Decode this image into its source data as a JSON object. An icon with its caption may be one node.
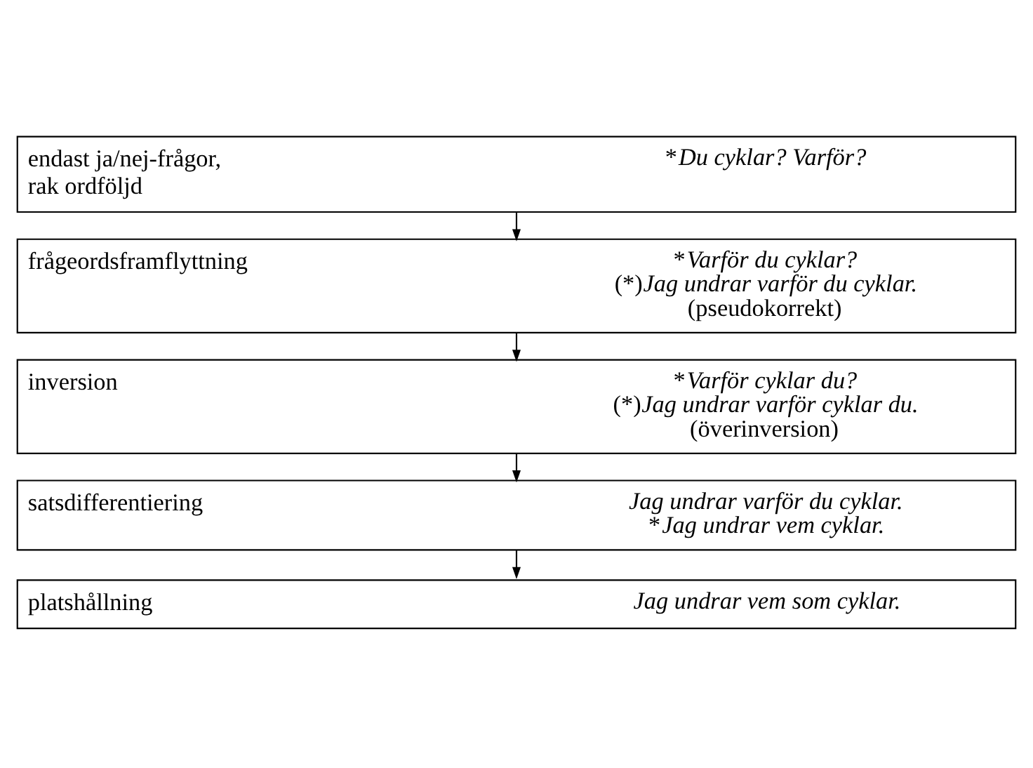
{
  "diagram": {
    "nodes": [
      {
        "text": [
          "endast ja/nej-frågor, rak ordföljd",
          "*Du cyklar? Varför?"
        ]
      },
      {
        "text": [
          "frågeordsframflyttning",
          "*Varför du cyklar?",
          "(*)Jag undrar varför du cyklar.",
          "(pseudokorrekt)"
        ]
      },
      {
        "text": [
          "inversion",
          "*Varför cyklar du?",
          "(*)Jag undrar varför cyklar du.",
          "(överinversion)"
        ]
      },
      {
        "text": [
          "satsdifferentiering",
          "Jag undrar varför du cyklar.",
          "*Jag undrar vem cyklar."
        ]
      },
      {
        "text": [
          "platshållning",
          "Jag undrar vem som cyklar."
        ]
      }
    ],
    "edges": [
      {
        "from": 0,
        "to": 1,
        "arrow": "to"
      },
      {
        "from": 1,
        "to": 2,
        "arrow": "to"
      },
      {
        "from": 2,
        "to": 3,
        "arrow": "to"
      },
      {
        "from": 3,
        "to": 4,
        "arrow": "to"
      }
    ]
  }
}
